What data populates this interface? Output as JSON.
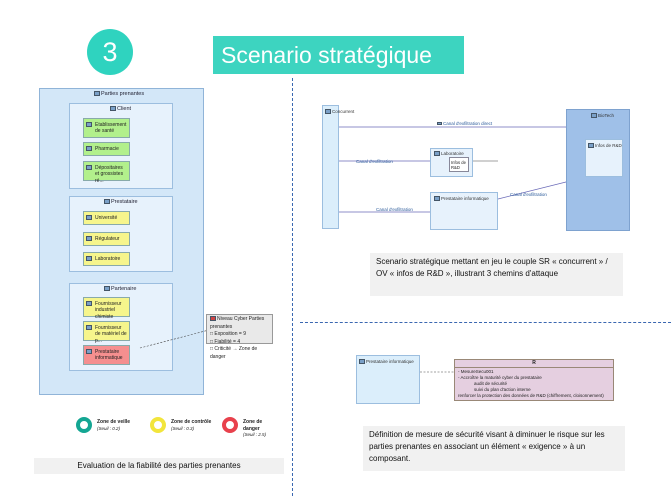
{
  "slide": {
    "number": "3",
    "title": "Scenario stratégique"
  },
  "left_diagram": {
    "root_label": "Parties prenantes",
    "groups": [
      {
        "name": "Client",
        "items": [
          "Etablissement de santé",
          "Pharmacie",
          "Dépositaires et grossistes ré..."
        ]
      },
      {
        "name": "Prestataire",
        "items": [
          "Université",
          "Régulateur",
          "Laboratoire"
        ]
      },
      {
        "name": "Partenaire",
        "items": [
          "Fournisseur industriel chimiste",
          "Fournisseur de matériel de p...",
          "Prestataire informatique"
        ]
      }
    ],
    "note": {
      "title": "Niveau Cyber Parties prenantes",
      "lines": [
        "Exposition = 9",
        "Fiabilité = 4",
        "Criticité → Zone de danger"
      ]
    }
  },
  "legend": [
    {
      "label": "Zone de veille",
      "threshold": "(Seuil : 0.2)",
      "color": "#14a693"
    },
    {
      "label": "Zone de contrôle",
      "threshold": "(Seuil : 0.3)",
      "color": "#f2e53c"
    },
    {
      "label": "Zone de danger",
      "threshold": "(Seuil : 2.5)",
      "color": "#e8414c"
    }
  ],
  "captions": {
    "left": "Evaluation de la fiabilité des parties prenantes",
    "top_right": "Scenario stratégique mettant en jeu le couple SR « concurrent » / OV «  infos de R&D », illustrant 3 chemins d'attaque",
    "bottom_right": "Définition de mesure de sécurité visant à diminuer le risque sur les parties prenantes en associant un élément « exigence » à un composant."
  },
  "scenario_diagram": {
    "source": "Concurrent",
    "target": "BioTech",
    "target_inner": "Infos de R&D",
    "lab_package": "Laboratoire",
    "lab_inner": "Infos de R&D",
    "it_provider": "Prestataire informatique",
    "channels": {
      "direct": "Canal d'exfiltration direct",
      "lab": "Canal d'exfiltration",
      "it_in": "Canal d'exfiltration",
      "it_out": "Canal d'exfiltration"
    }
  },
  "requirement_diagram": {
    "component": "Prestataire informatique",
    "requirement_icon": "R",
    "requirement_lines": [
      "- MesureSecu001",
      "- Accroître la maturité cyber du prestataire",
      "audit de sécurité",
      "suivi du plan d'action interne",
      "renforcer la protection des données de R&D (chiffrement, cloisonnement)"
    ]
  }
}
